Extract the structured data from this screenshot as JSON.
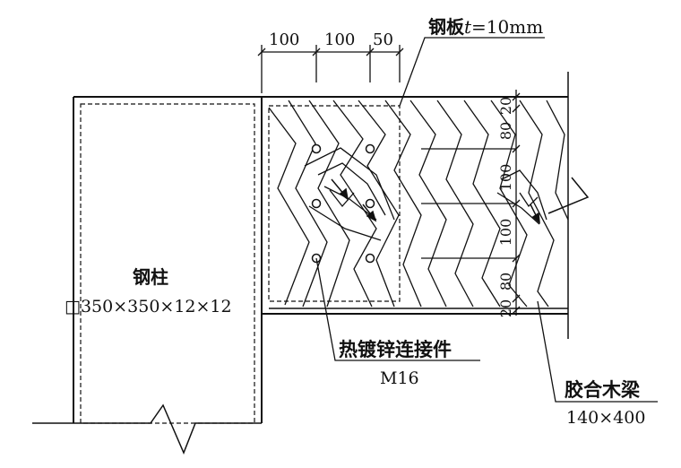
{
  "dimensions": {
    "top": [
      "100",
      "100",
      "50"
    ],
    "right": [
      "20",
      "80",
      "100",
      "100",
      "80",
      "20"
    ]
  },
  "labels": {
    "steel_plate_name": "钢板",
    "steel_plate_var": "t",
    "steel_plate_value": "=10mm",
    "column_name": "钢柱",
    "column_size": "□350×350×12×12",
    "connector_name": "热镀锌连接件",
    "connector_spec": "M16",
    "beam_name": "胶合木梁",
    "beam_size": "140×400"
  },
  "colors": {
    "line": "#111111",
    "background": "#ffffff"
  }
}
